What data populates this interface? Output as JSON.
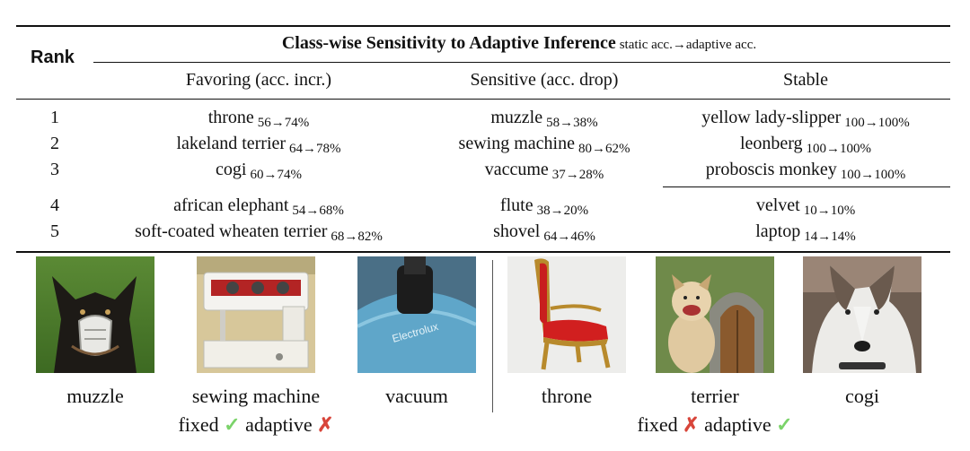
{
  "table": {
    "rank_header": "Rank",
    "title_main": "Class-wise Sensitivity to Adaptive Inference",
    "title_sub": "static acc.→adaptive acc.",
    "columns": [
      "Favoring (acc. incr.)",
      "Sensitive (acc. drop)",
      "Stable"
    ],
    "rows": [
      {
        "rank": "1",
        "favoring": {
          "name": "throne",
          "acc": "56→74%"
        },
        "sensitive": {
          "name": "muzzle",
          "acc": "58→38%"
        },
        "stable": {
          "name": "yellow lady-slipper",
          "acc": "100→100%"
        }
      },
      {
        "rank": "2",
        "favoring": {
          "name": "lakeland terrier",
          "acc": "64→78%"
        },
        "sensitive": {
          "name": "sewing machine",
          "acc": "80→62%"
        },
        "stable": {
          "name": "leonberg",
          "acc": "100→100%"
        }
      },
      {
        "rank": "3",
        "favoring": {
          "name": "cogi",
          "acc": "60→74%"
        },
        "sensitive": {
          "name": "vaccume",
          "acc": "37→28%"
        },
        "stable": {
          "name": "proboscis monkey",
          "acc": "100→100%"
        }
      },
      {
        "rank": "4",
        "favoring": {
          "name": "african elephant",
          "acc": "54→68%"
        },
        "sensitive": {
          "name": "flute",
          "acc": "38→20%"
        },
        "stable": {
          "name": "velvet",
          "acc": "10→10%"
        }
      },
      {
        "rank": "5",
        "favoring": {
          "name": "soft-coated wheaten terrier",
          "acc": "68→82%"
        },
        "sensitive": {
          "name": "shovel",
          "acc": "64→46%"
        },
        "stable": {
          "name": "laptop",
          "acc": "14→14%"
        }
      }
    ]
  },
  "images": {
    "left": [
      {
        "caption": "muzzle"
      },
      {
        "caption": "sewing machine"
      },
      {
        "caption": "vacuum",
        "logo_text": "Electrolux"
      }
    ],
    "right": [
      {
        "caption": "throne"
      },
      {
        "caption": "terrier"
      },
      {
        "caption": "cogi"
      }
    ],
    "left_verdict": {
      "fixed": "fixed",
      "fixed_mark": "✓",
      "adaptive": "adaptive",
      "adaptive_mark": "✗"
    },
    "right_verdict": {
      "fixed": "fixed",
      "fixed_mark": "✗",
      "adaptive": "adaptive",
      "adaptive_mark": "✓"
    }
  },
  "colors": {
    "check": "#7bd36a",
    "cross": "#d8453a"
  }
}
